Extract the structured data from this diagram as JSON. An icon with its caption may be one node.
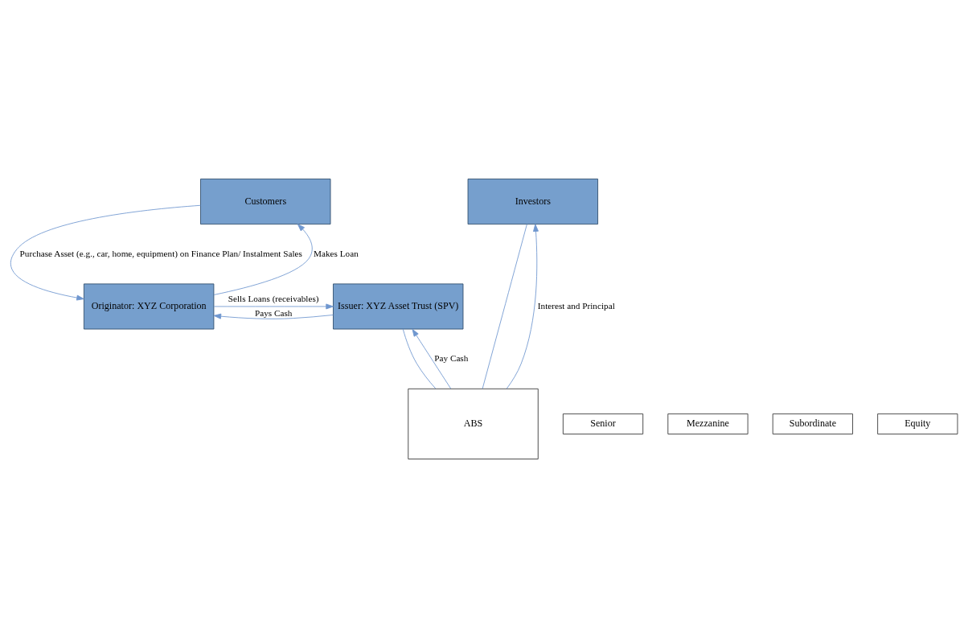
{
  "diagram": {
    "nodes": [
      {
        "text": [
          "Customers"
        ]
      },
      {
        "text": [
          "Investors"
        ]
      },
      {
        "text": [
          "Senior"
        ]
      },
      {
        "text": [
          "Mezzanine"
        ]
      },
      {
        "text": [
          "Subordinate"
        ]
      },
      {
        "text": [
          "Equity"
        ]
      },
      {
        "text": [
          "ABS"
        ]
      },
      {
        "text": [
          "Originator: XYZ Corporation"
        ]
      },
      {
        "text": [
          "Issuer: XYZ Asset Trust (SPV)"
        ]
      }
    ],
    "edges": [
      {
        "from": 0,
        "to": 7,
        "arrow": "to",
        "label": "Purchase Asset (e.g., car, home, equipment) on Finance Plan/ Instalment Sales"
      },
      {
        "from": 7,
        "to": 0,
        "arrow": "to",
        "label": "Makes Loan"
      },
      {
        "from": 6,
        "to": 1,
        "arrow": "to",
        "label": "Interest and Principal"
      },
      {
        "from": 8,
        "to": 6,
        "arrow": "none"
      },
      {
        "from": 1,
        "to": 6,
        "arrow": "none"
      },
      {
        "from": 6,
        "to": 8,
        "arrow": "to",
        "label": "Pay Cash"
      },
      {
        "from": 7,
        "to": 8,
        "arrow": "to",
        "label": "Sells Loans (receivables)"
      },
      {
        "from": 8,
        "to": 7,
        "arrow": "to",
        "label": "Pays Cash"
      }
    ]
  }
}
